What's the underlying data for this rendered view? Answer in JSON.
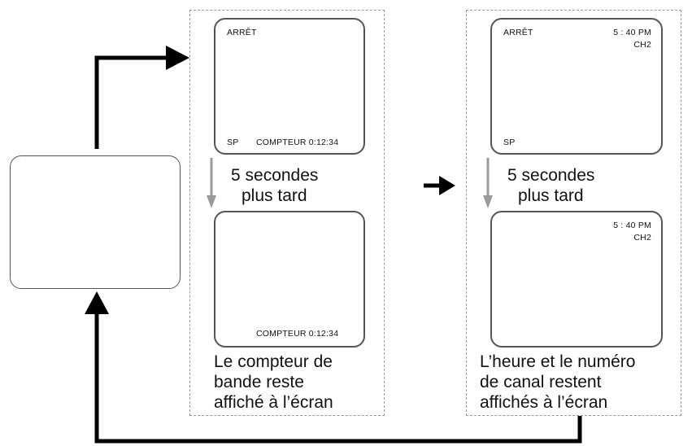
{
  "left_panel": {
    "top_screen": {
      "status": "ARRÊT",
      "mode": "SP",
      "counter": "COMPTEUR 0:12:34"
    },
    "delay_line1": "5 secondes",
    "delay_line2": "plus tard",
    "bottom_screen": {
      "counter": "COMPTEUR 0:12:34"
    },
    "caption": [
      "Le compteur de",
      "bande reste",
      "affiché à l’écran"
    ]
  },
  "right_panel": {
    "top_screen": {
      "status": "ARRÊT",
      "time": "5 : 40 PM",
      "channel": "CH2",
      "mode": "SP"
    },
    "delay_line1": "5 secondes",
    "delay_line2": "plus tard",
    "bottom_screen": {
      "time": "5 : 40 PM",
      "channel": "CH2"
    },
    "caption": [
      "L’heure et le numéro",
      "de canal restent",
      "affichés à l’écran"
    ]
  },
  "colors": {
    "arrow": "#000000",
    "down_arrow": "#9a9a9a",
    "border": "#555555",
    "dashed": "#9a9a9a"
  }
}
